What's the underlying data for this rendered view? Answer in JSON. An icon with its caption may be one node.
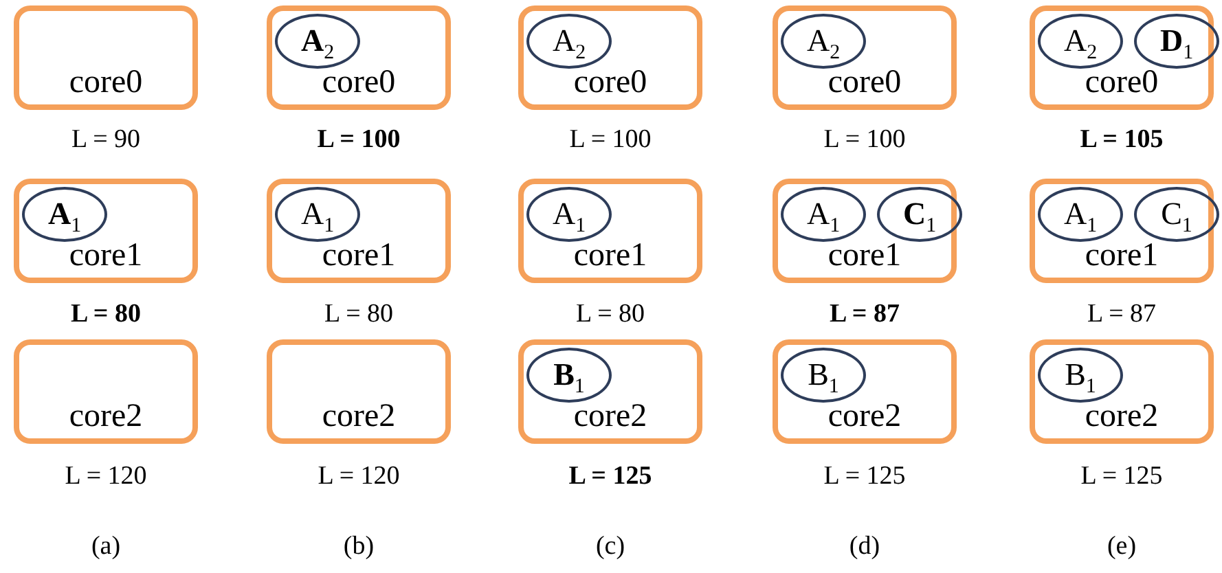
{
  "diagram": {
    "nodes": [
      {
        "text": [
          "core0"
        ],
        "beside": [
          "L = 90"
        ]
      },
      {
        "text": [
          "core0"
        ],
        "beside": [
          "**L = 100**"
        ]
      },
      {
        "text": [
          "**A**$_{2}$"
        ],
        "in": 1
      },
      {
        "text": [
          "core0"
        ],
        "beside": [
          "L = 100"
        ]
      },
      {
        "text": [
          "A$_{2}$"
        ],
        "in": 3
      },
      {
        "text": [
          "core0"
        ],
        "beside": [
          "L = 100"
        ]
      },
      {
        "text": [
          "A$_{2}$"
        ],
        "in": 5
      },
      {
        "text": [
          "core0"
        ],
        "beside": [
          "**L = 105**"
        ]
      },
      {
        "text": [
          "A$_{2}$"
        ],
        "in": 7
      },
      {
        "text": [
          "**D**$_{1}$"
        ],
        "in": 7
      },
      {
        "text": [
          "core1"
        ],
        "beside": [
          "**L = 80**"
        ]
      },
      {
        "text": [
          "**A**$_{1}$"
        ],
        "in": 10
      },
      {
        "text": [
          "core1"
        ],
        "beside": [
          "L = 80"
        ]
      },
      {
        "text": [
          "A$_{1}$"
        ],
        "in": 12
      },
      {
        "text": [
          "core1"
        ],
        "beside": [
          "L = 80"
        ]
      },
      {
        "text": [
          "A$_{1}$"
        ],
        "in": 14
      },
      {
        "text": [
          "core1"
        ],
        "beside": [
          "**L = 87**"
        ]
      },
      {
        "text": [
          "A$_{1}$"
        ],
        "in": 16
      },
      {
        "text": [
          "**C**$_{1}$"
        ],
        "in": 16
      },
      {
        "text": [
          "core1"
        ],
        "beside": [
          "L = 87"
        ]
      },
      {
        "text": [
          "A$_{1}$"
        ],
        "in": 19
      },
      {
        "text": [
          "C$_{1}$"
        ],
        "in": 19
      },
      {
        "text": [
          "core2"
        ],
        "beside": [
          "L = 120"
        ]
      },
      {
        "text": [
          "core2"
        ],
        "beside": [
          "L = 120"
        ]
      },
      {
        "text": [
          "core2"
        ],
        "beside": [
          "**L = 125**"
        ]
      },
      {
        "text": [
          "**B**$_{1}$"
        ],
        "in": 24
      },
      {
        "text": [
          "core2"
        ],
        "beside": [
          "L = 125"
        ]
      },
      {
        "text": [
          "B$_{1}$"
        ],
        "in": 26
      },
      {
        "text": [
          "core2"
        ],
        "beside": [
          "L = 125"
        ]
      },
      {
        "text": [
          "B$_{1}$"
        ],
        "in": 28
      }
    ],
    "labels": [
      "(a)",
      "(b)",
      "(c)",
      "(d)",
      "(e)"
    ]
  }
}
